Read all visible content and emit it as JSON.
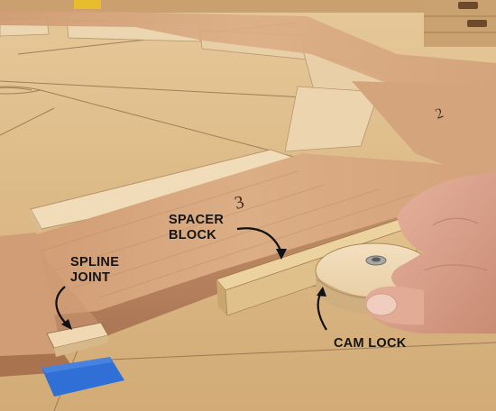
{
  "callouts": {
    "spline_joint": [
      "SPLINE",
      "JOINT"
    ],
    "spacer_block": [
      "SPACER",
      "BLOCK"
    ],
    "cam_lock": "CAM LOCK"
  },
  "colors": {
    "mdf_base": "#d9b684",
    "oak": "#d6a77e",
    "plywood": "#ead2ab",
    "tape": "#2f6fd6",
    "text": "#141414"
  }
}
